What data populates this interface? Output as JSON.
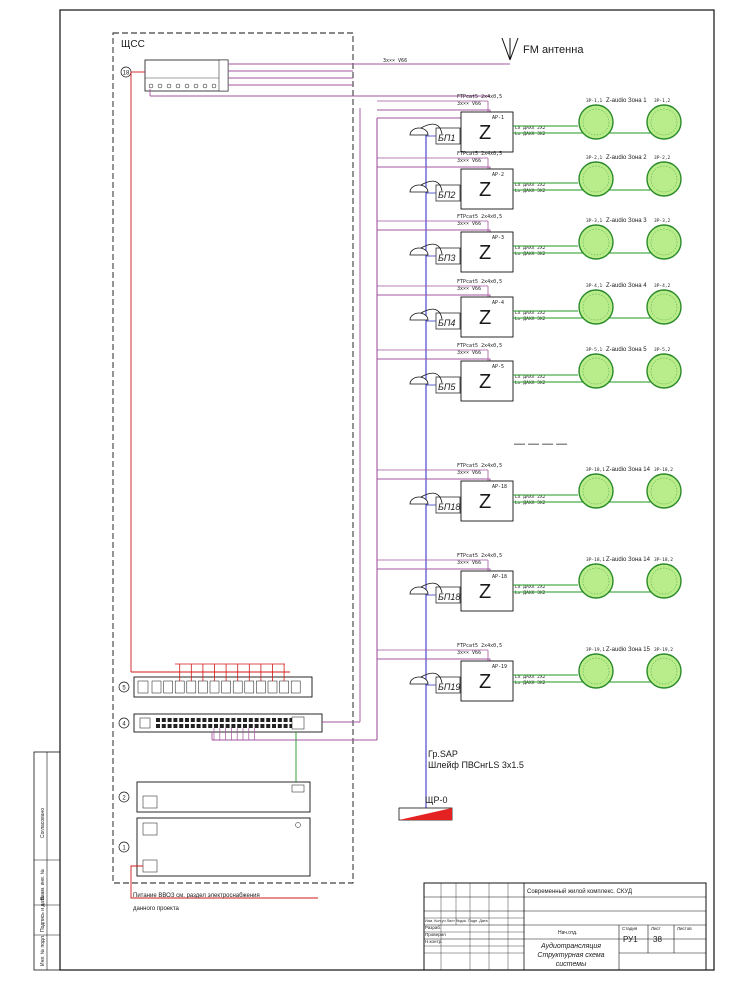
{
  "colors": {
    "frame": "#111111",
    "cable_purple": "#a2559f",
    "cable_blue": "#3a3ac8",
    "cable_red": "#d01818",
    "cable_green": "#1f9a1f",
    "speaker_fill": "#b9ec8a",
    "speaker_ring": "#2a8a2a",
    "panel_red": "#e52222"
  },
  "cabinet": {
    "label": "ЩСС",
    "marker_top": "18",
    "marker_switch": "5",
    "marker_patch": "4",
    "marker_unit2": "2",
    "marker_unit1": "1"
  },
  "antenna": {
    "label": "FM антенна",
    "cable": "Зх×× V66"
  },
  "zones": [
    {
      "amp": "AP-1",
      "psu": "БП1",
      "cable_top": "FTPcat5 2x4x0,5",
      "cable_sub": "Зх×× V66",
      "zone": "Z-audio Зона 1",
      "sp_left": "ЗР-1,1",
      "sp_right": "ЗР-1,2",
      "out1": "Lx ДАХХ 2Х2",
      "out2": "Lx ДАХХ 3Х2"
    },
    {
      "amp": "AP-2",
      "psu": "БП2",
      "cable_top": "FTPcat5 2x4x0,5",
      "cable_sub": "Зх×× V66",
      "zone": "Z-audio Зона 2",
      "sp_left": "ЗР-2,1",
      "sp_right": "ЗР-2,2",
      "out1": "Lx ДАХХ 2Х2",
      "out2": "Lx ДАХХ 3Х2"
    },
    {
      "amp": "AP-3",
      "psu": "БП3",
      "cable_top": "FTPcat5 2x4x0,5",
      "cable_sub": "Зх×× V66",
      "zone": "Z-audio Зона 3",
      "sp_left": "ЗР-3,1",
      "sp_right": "ЗР-3,2",
      "out1": "Lx ДАХХ 2Х2",
      "out2": "Lx ДАХХ 3Х2"
    },
    {
      "amp": "AP-4",
      "psu": "БП4",
      "cable_top": "FTPcat5 2x4x0,5",
      "cable_sub": "Зх×× V66",
      "zone": "Z-audio Зона 4",
      "sp_left": "ЗР-4,1",
      "sp_right": "ЗР-4,2",
      "out1": "Lx ДАХХ 2Х2",
      "out2": "Lx ДАХХ 3Х2"
    },
    {
      "amp": "AP-5",
      "psu": "БП5",
      "cable_top": "FTPcat5 2x4x0,5",
      "cable_sub": "Зх×× V66",
      "zone": "Z-audio Зона 5",
      "sp_left": "ЗР-5,1",
      "sp_right": "ЗР-5,2",
      "out1": "Lx ДАХХ 2Х2",
      "out2": "Lx ДАХХ 3Х2"
    },
    {
      "amp": "AP-18",
      "psu": "БП18",
      "cable_top": "FTPcat5 2x4x0,5",
      "cable_sub": "Зх×× V66",
      "zone": "Z-audio Зона 14",
      "sp_left": "ЗР-18,1",
      "sp_right": "ЗР-18,2",
      "out1": "Lx ДАХХ 2Х2",
      "out2": "Lx ДАХХ 3Х2"
    },
    {
      "amp": "AP-18",
      "psu": "БП18",
      "cable_top": "FTPcat5 2x4x0,5",
      "cable_sub": "Зх×× V66",
      "zone": "Z-audio Зона 14",
      "sp_left": "ЗР-18,1",
      "sp_right": "ЗР-18,2",
      "out1": "Lx ДАХХ 2Х2",
      "out2": "Lx ДАХХ 3Х2"
    },
    {
      "amp": "AP-19",
      "psu": "БП19",
      "cable_top": "FTPcat5 2x4x0,5",
      "cable_sub": "Зх×× V66",
      "zone": "Z-audio Зона 15",
      "sp_left": "ЗР-19,1",
      "sp_right": "ЗР-19,2",
      "out1": "Lx ДАХХ 2Х2",
      "out2": "Lx ДАХХ 3Х2"
    }
  ],
  "amp_glyph": "Z",
  "gap_marker": "— — — —",
  "feeder": {
    "line1": "Гр.SAP",
    "line2": "Шлейф ПВСнгLS 3х1.5",
    "panel": "ЩР-0"
  },
  "power_note": {
    "line1": "Питание ВВОЗ см. раздел электроснабжения",
    "line2": "данного проекта"
  },
  "title_block": {
    "project": "Современный жилой комплекс. СКУД",
    "sheet_name": "Аудиотрансляция",
    "sheet_name2": "Структурная схема",
    "sheet_name3": "системы",
    "stage_header": "Стадия",
    "sheet_header": "Лист",
    "sheets_header": "Листов",
    "stage": "РУ1",
    "sheet": "38",
    "row_a": "Изм. Кол.уч Лист №док. Подп. Дата",
    "row_b": "Разраб.",
    "row_c": "Проверил",
    "row_d": "Н.контр.",
    "row_note": "Нач.отд."
  },
  "side_stamp": {
    "a": "Инв. № подл.",
    "b": "Подпись и дата",
    "c": "Взам. инв. №",
    "d": "Согласовано"
  }
}
